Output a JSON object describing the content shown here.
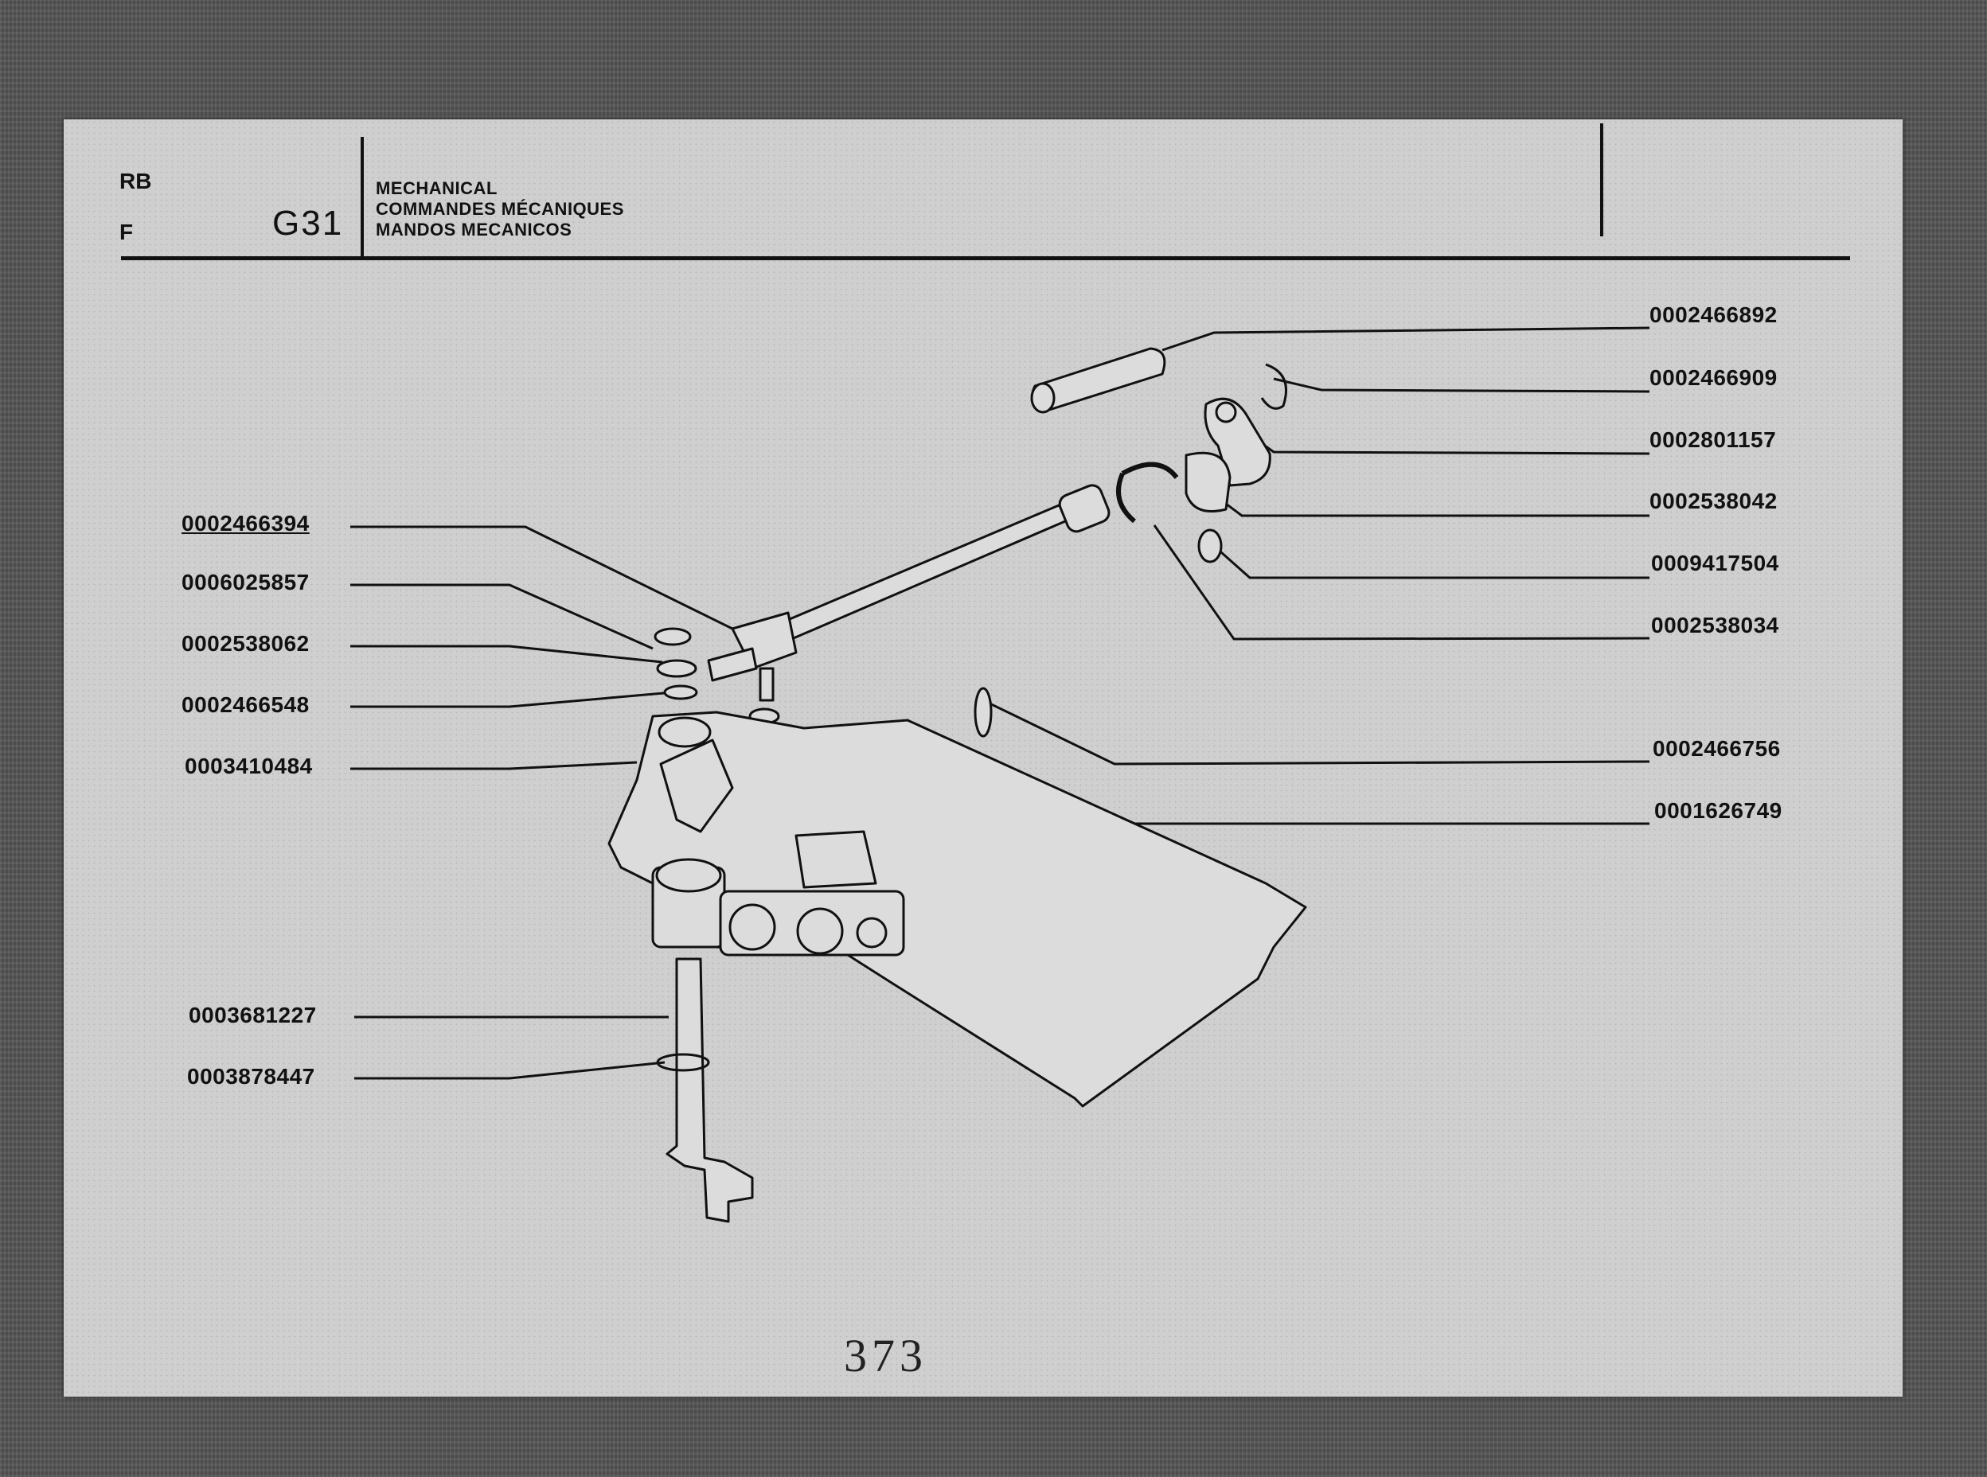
{
  "header": {
    "lang_top": "RB",
    "lang_bottom": "F",
    "group_code": "G31",
    "title_lines": [
      "MECHANICAL",
      "COMMANDES MÉCANIQUES",
      "MANDOS MECANICOS"
    ]
  },
  "parts_left": [
    "0002466394",
    "0006025857",
    "0002538062",
    "0002466548",
    "0003410484",
    "0003681227",
    "0003878447"
  ],
  "parts_right": [
    "0002466892",
    "0002466909",
    "0002801157",
    "0002538042",
    "0009417504",
    "0002538034",
    "0002466756",
    "0001626749"
  ],
  "page_number": "373"
}
